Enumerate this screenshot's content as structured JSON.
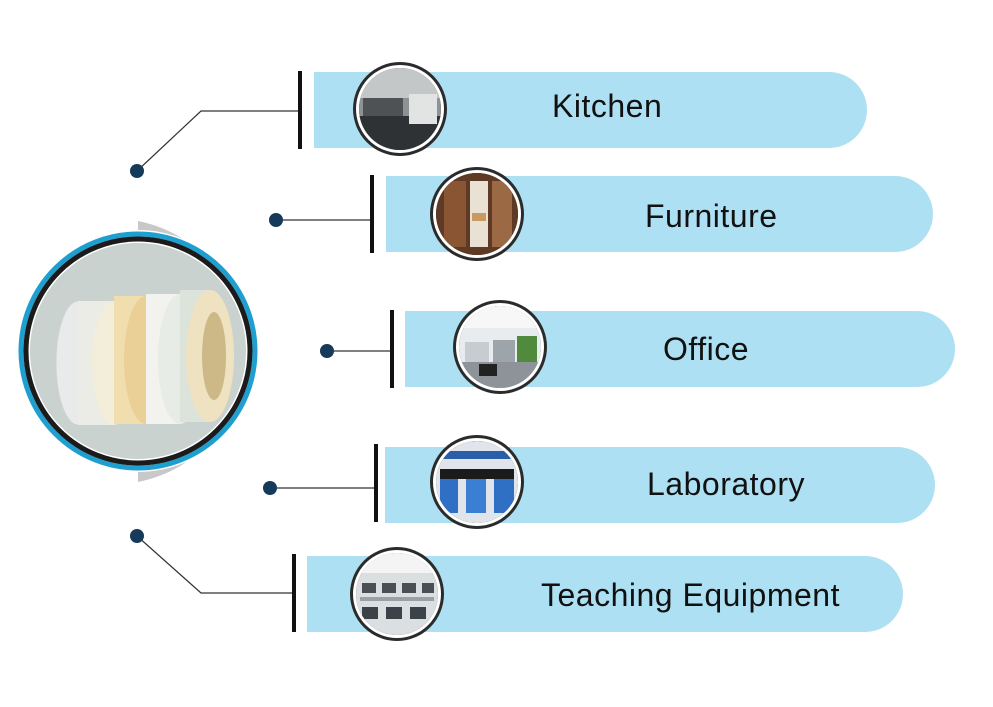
{
  "applications": [
    {
      "label": "Kitchen",
      "image": "kitchen-photo"
    },
    {
      "label": "Furniture",
      "image": "furniture-photo"
    },
    {
      "label": "Office",
      "image": "office-photo"
    },
    {
      "label": "Laboratory",
      "image": "laboratory-photo"
    },
    {
      "label": "Teaching Equipment",
      "image": "classroom-photo"
    }
  ],
  "central_image": "edge-banding-tape-rolls-photo",
  "colors": {
    "pill": "#aee0f3",
    "ring": "#1f9fd0",
    "dot": "#163a5a",
    "connector": "#333333"
  }
}
